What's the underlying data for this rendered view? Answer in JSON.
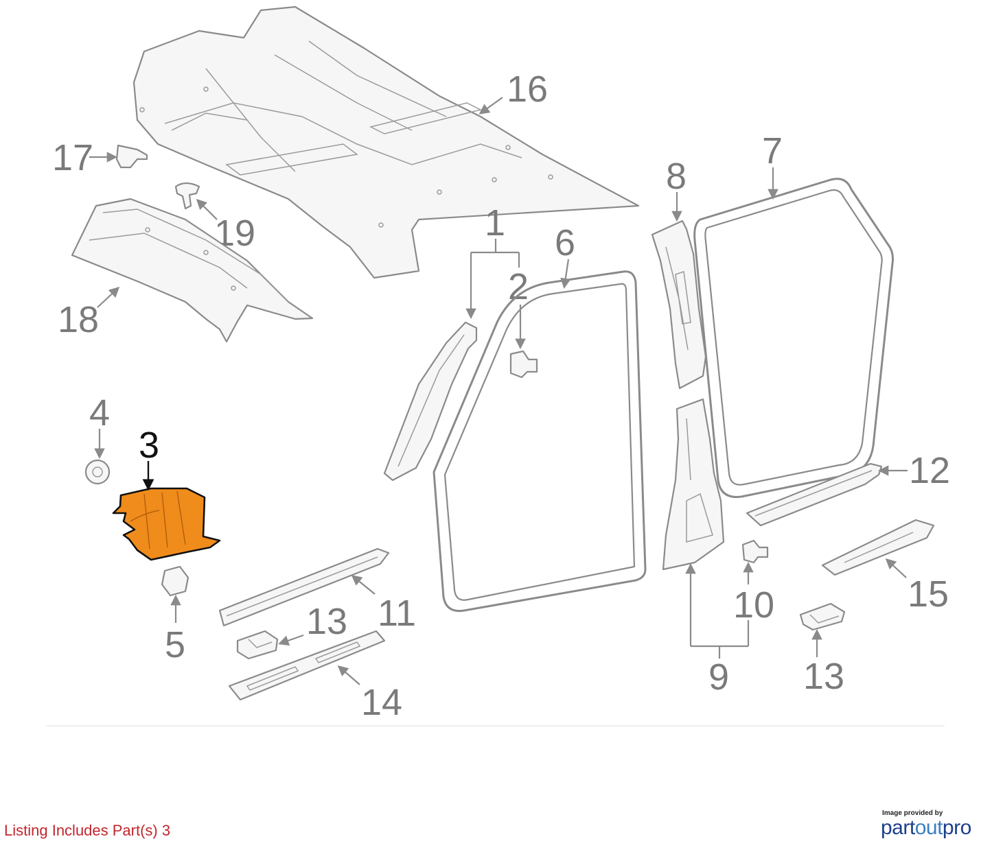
{
  "diagram": {
    "callouts": {
      "c1": "1",
      "c2": "2",
      "c3": "3",
      "c4": "4",
      "c5": "5",
      "c6": "6",
      "c7": "7",
      "c8": "8",
      "c9": "9",
      "c10": "10",
      "c11": "11",
      "c12": "12",
      "c13a": "13",
      "c13b": "13",
      "c14": "14",
      "c15": "15",
      "c16": "16",
      "c17": "17",
      "c18": "18",
      "c19": "19"
    },
    "highlighted_part": "3",
    "highlight_color": "#f08c1c"
  },
  "footer": {
    "listing_text": "Listing Includes Part(s) 3",
    "credit_small": "Image provided by",
    "credit_brand_a": "part",
    "credit_brand_b": "out",
    "credit_brand_c": "pro"
  }
}
